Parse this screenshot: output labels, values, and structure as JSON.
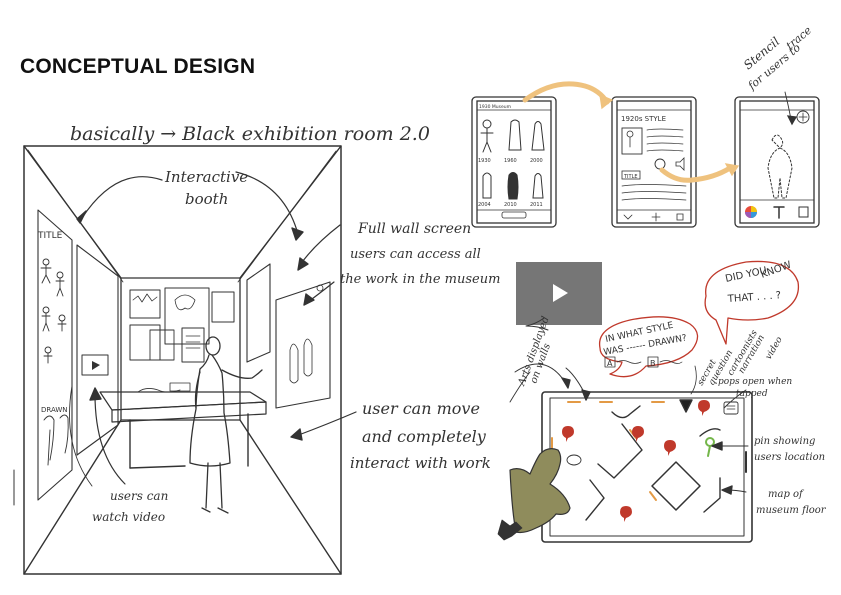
{
  "heading": "CONCEPTUAL DESIGN",
  "booth": {
    "caption": "basically → Black exhibition room 2.0",
    "interactive_booth": [
      "Interactive",
      "booth"
    ],
    "full_wall": [
      "Full wall screen",
      "users can access all",
      "the work in the museum"
    ],
    "user_move": [
      "user can move",
      "and completely",
      "interact with work"
    ],
    "watch_video": [
      "users can",
      "watch video"
    ],
    "panel_title": "TITLE",
    "panel_drawn": "DRAWN"
  },
  "phones": {
    "stencil": [
      "Stencil",
      "for users to",
      "trace"
    ],
    "screen1_header": "1930 Museum",
    "screen1_years": [
      "1930",
      "1960",
      "2000",
      "2004",
      "2010",
      "2011"
    ],
    "screen2_header": "1920s STYLE",
    "screen2_title": "TITLE"
  },
  "map": {
    "arts_displayed": [
      "Arts displayed",
      "on walls"
    ],
    "quiz": [
      "IN WHAT STYLE",
      "WAS ------ DRAWN?"
    ],
    "quiz_options": [
      "A",
      "B"
    ],
    "did_you_know": [
      "DID YOU",
      "KNOW",
      "THAT . . . ?"
    ],
    "secret": [
      "secret",
      "question"
    ],
    "narration": [
      "cartoonists",
      "narration"
    ],
    "video": "video",
    "pops_open": [
      "pops open when",
      "tapped"
    ],
    "pin": [
      "pin showing",
      "users location"
    ],
    "map_label": [
      "map of",
      "museum floor"
    ]
  },
  "colors": {
    "arrow_orange": "#efc27e",
    "pin_red": "#c0392b",
    "pin_green": "#74b64a",
    "glove": "#8f8c5c",
    "video_thumb": "#767676"
  }
}
